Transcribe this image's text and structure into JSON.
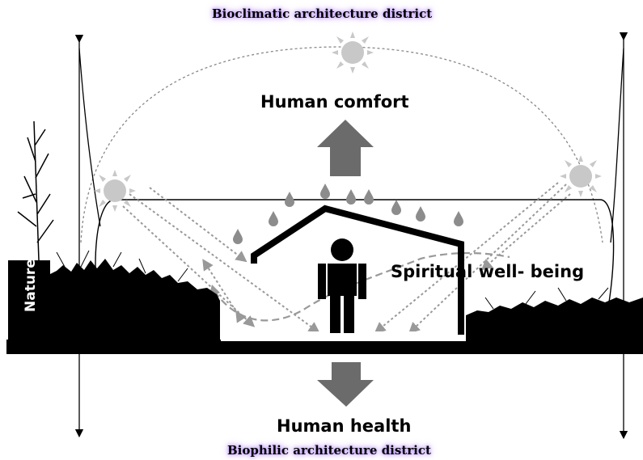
{
  "title_top": "Bioclimatic architecture district",
  "title_bottom": "Biophilic architecture district",
  "labels": {
    "comfort": "Human comfort",
    "spiritual": "Spiritual well- being",
    "health": "Human health",
    "nature": "Nature"
  },
  "colors": {
    "glow": "#b58cff",
    "arrow_gray": "#6b6b6b",
    "sun_gray": "#c8c8c8",
    "drop_gray": "#8c8c8c",
    "ground": "#000000"
  },
  "icons": [
    "sun-icon",
    "water-drop-icon",
    "person-icon",
    "grass",
    "tree-icon"
  ]
}
